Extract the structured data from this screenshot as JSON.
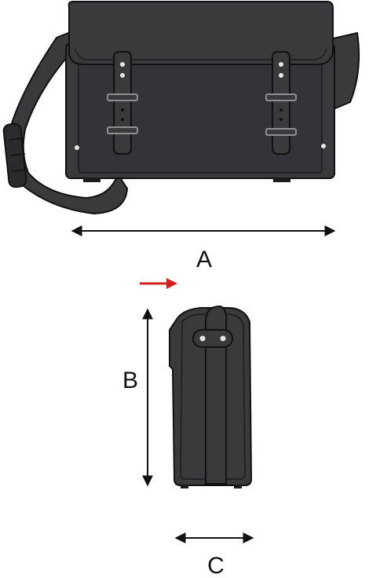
{
  "labels": {
    "width": "A",
    "height": "B",
    "depth": "C"
  },
  "colors": {
    "bag_body": "#3a393c",
    "bag_dark": "#2b2a2d",
    "bag_outline": "#111111",
    "buckle": "#8f8f93",
    "dimension_arrow": "#111111",
    "indicator_arrow": "#d21f1f"
  }
}
